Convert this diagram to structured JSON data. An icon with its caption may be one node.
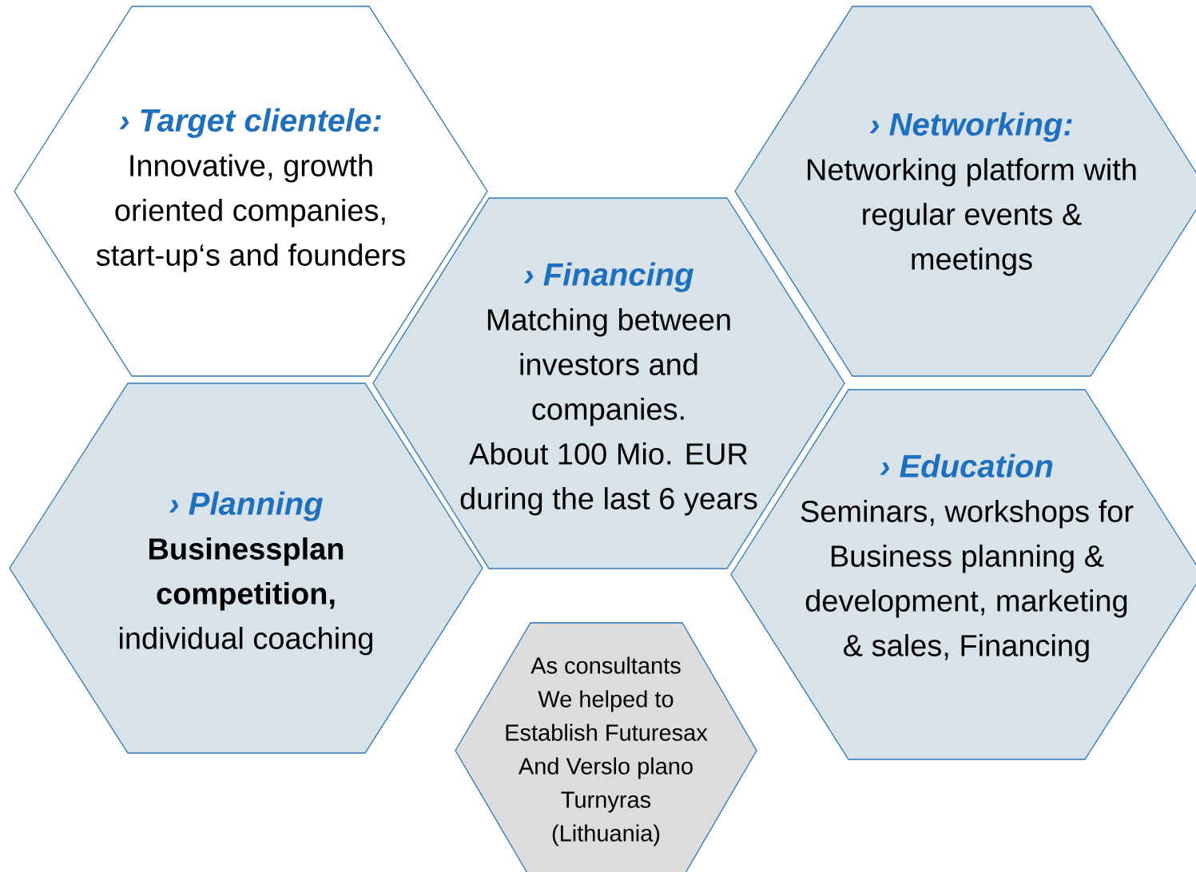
{
  "diagram": {
    "nodes": [
      {
        "text": [
          "› Target clientele:",
          "Innovative, growth oriented companies, start-up‘s and founders"
        ]
      },
      {
        "text": [
          "› Networking:",
          "Networking platform with regular events & meetings"
        ]
      },
      {
        "text": [
          "› Financing",
          "Matching between investors and companies.",
          "About 100 Mio. EUR during the last 6 years"
        ]
      },
      {
        "text": [
          "› Planning",
          "**Businessplan competition,** individual coaching"
        ]
      },
      {
        "text": [
          "› Education",
          "Seminars, workshops for Business planning & development, marketing & sales, Financing"
        ]
      },
      {
        "text": [
          "As consultants",
          "We helped to",
          "Establish Futuresax",
          "And Verslo plano Turnyras",
          "(Lithuania)"
        ]
      }
    ]
  }
}
